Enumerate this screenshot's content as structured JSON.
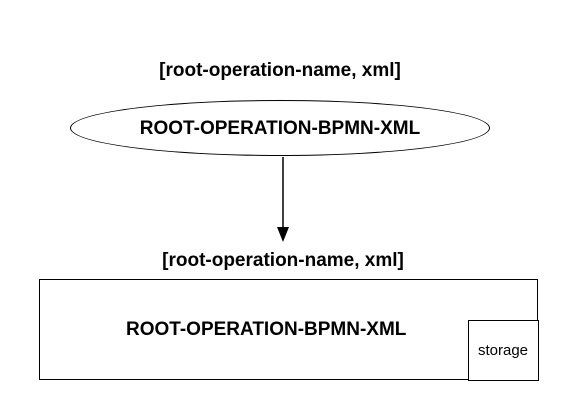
{
  "diagram": {
    "top_node": {
      "params": "[root-operation-name, xml]",
      "title": "ROOT-OPERATION-BPMN-XML",
      "shape": "ellipse"
    },
    "bottom_node": {
      "params": "[root-operation-name, xml]",
      "title": "ROOT-OPERATION-BPMN-XML",
      "shape": "rectangle",
      "storage_label": "storage"
    },
    "edge": {
      "from": "top_node",
      "to": "bottom_node",
      "style": "arrow"
    },
    "colors": {
      "stroke": "#000000",
      "background": "#ffffff"
    }
  }
}
